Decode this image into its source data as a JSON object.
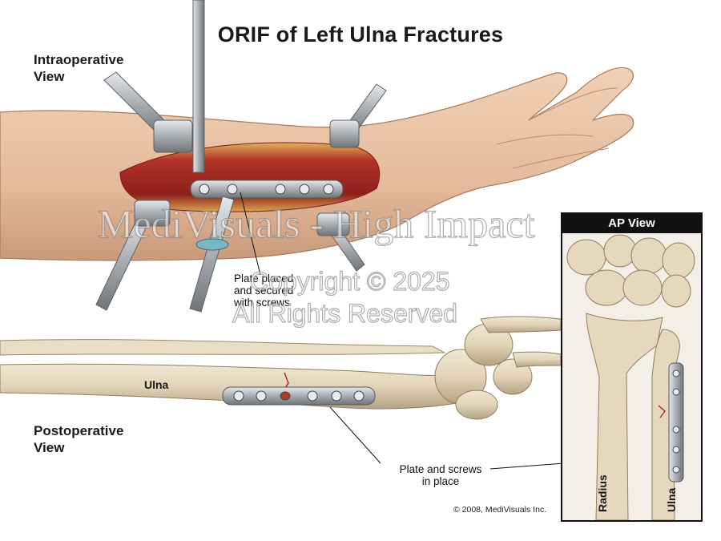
{
  "title": "ORIF of Left Ulna Fractures",
  "labels": {
    "intraoperative_line1": "Intraoperative",
    "intraoperative_line2": "View",
    "postoperative_line1": "Postoperative",
    "postoperative_line2": "View",
    "ulna": "Ulna",
    "plate_secured_line1": "Plate placed",
    "plate_secured_line2": "and secured",
    "plate_secured_line3": "with screws",
    "plate_in_place_line1": "Plate and screws",
    "plate_in_place_line2": "in place"
  },
  "inset": {
    "header": "AP View",
    "radius_label": "Radius",
    "ulna_label": "Ulna"
  },
  "watermark": {
    "line1": "MediVisuals - High Impact",
    "line2": "Copyright © 2025",
    "line3": "All Rights Reserved"
  },
  "copyright": "© 2008, MediVisuals Inc.",
  "colors": {
    "skin": "#e8c2a4",
    "skin_shadow": "#c99a7c",
    "wound": "#b8322a",
    "bone": "#e8dcc4",
    "bone_shadow": "#bba888",
    "metal": "#b9bcc0",
    "inset_bg": "#f4efe6",
    "header_bg": "#111111"
  }
}
